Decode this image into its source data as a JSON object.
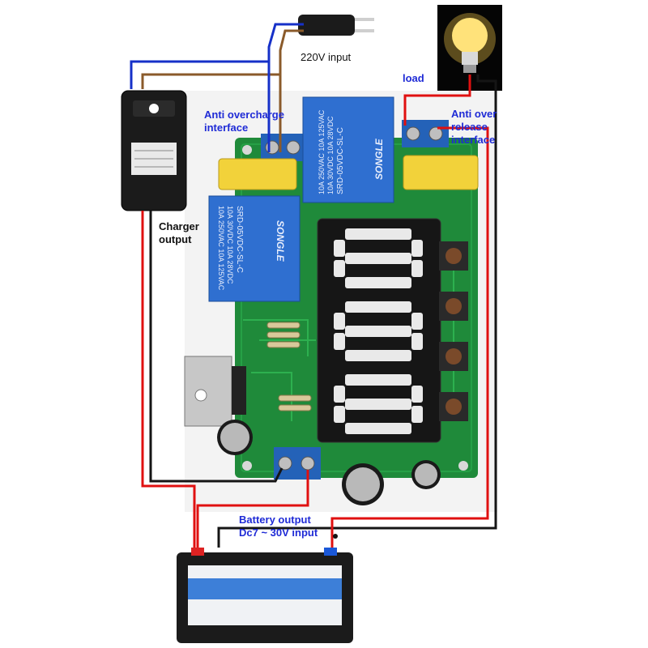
{
  "labels": {
    "ac_input": "220V input",
    "load": "load",
    "anti_overcharge": [
      "Anti overcharge",
      "interface"
    ],
    "anti_over_release": [
      "Anti over",
      "release",
      "interface"
    ],
    "charger_output": [
      "Charger",
      "output"
    ],
    "battery_output": [
      "Battery output",
      "Dc7 ~ 30V input"
    ]
  },
  "display": {
    "digits": [
      "8",
      "8",
      "8"
    ]
  },
  "relays": [
    {
      "brand": "SONGLE",
      "model": "SRD-05VDC-SL-C",
      "ratings": [
        "10A 250VAC 10A 125VAC",
        "10A 30VDC 10A 28VDC"
      ]
    },
    {
      "brand": "SONGLE",
      "model": "SRD-05VDC-SL-C",
      "ratings": [
        "10A 250VAC 10A 125VAC",
        "10A 30VDC 10A 28VDC"
      ]
    }
  ],
  "colors": {
    "board": "#1f8a3a",
    "wire_red": "#e01010",
    "wire_black": "#151515",
    "wire_blue": "#1630c8",
    "wire_brown": "#8a5a2a",
    "relay": "#2f6fd0",
    "capacitor": "#f2d23a",
    "display_segment": "#e9e9e9",
    "label_blue": "#1f2bd6"
  }
}
